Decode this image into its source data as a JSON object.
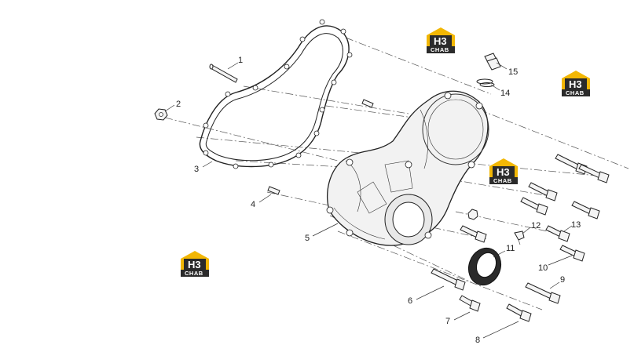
{
  "callouts": [
    "1",
    "2",
    "3",
    "4",
    "5",
    "6",
    "7",
    "8",
    "9",
    "10",
    "11",
    "12",
    "13",
    "14",
    "15"
  ],
  "watermark": {
    "top": "H3",
    "bottom": "CHAB",
    "accent": "#f2b705",
    "dark": "#2b2b2b"
  }
}
